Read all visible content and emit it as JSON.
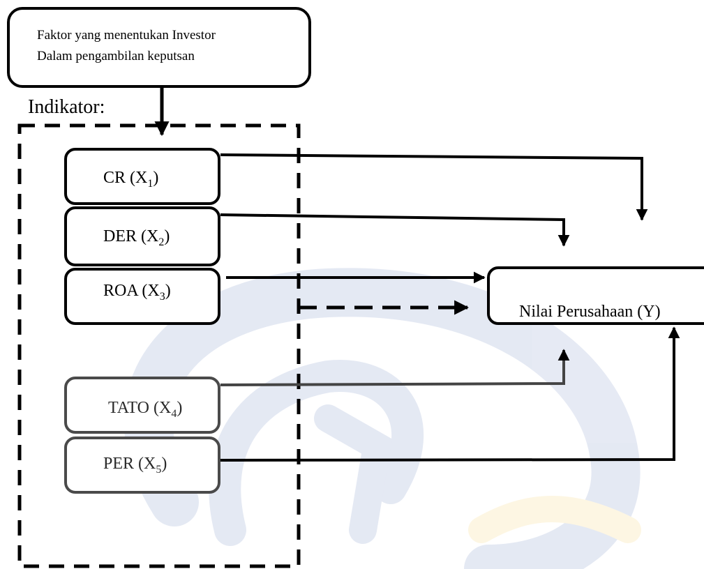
{
  "diagram": {
    "top_box": {
      "line1": "Faktor yang menentukan Investor",
      "line2": "Dalam pengambilan keputsan"
    },
    "indicator_label": "Indikator:",
    "indicators": [
      {
        "name": "CR",
        "var": "X",
        "sub": "1"
      },
      {
        "name": "DER",
        "var": "X",
        "sub": "2"
      },
      {
        "name": "ROA",
        "var": "X",
        "sub": "3"
      },
      {
        "name": "TATO",
        "var": "X",
        "sub": "4"
      },
      {
        "name": "PER",
        "var": "X",
        "sub": "5"
      }
    ],
    "target": {
      "label": "Nilai Perusahaan (Y)"
    },
    "watermark": {
      "colors": [
        "#3b5aa8",
        "#f2c230"
      ]
    }
  }
}
